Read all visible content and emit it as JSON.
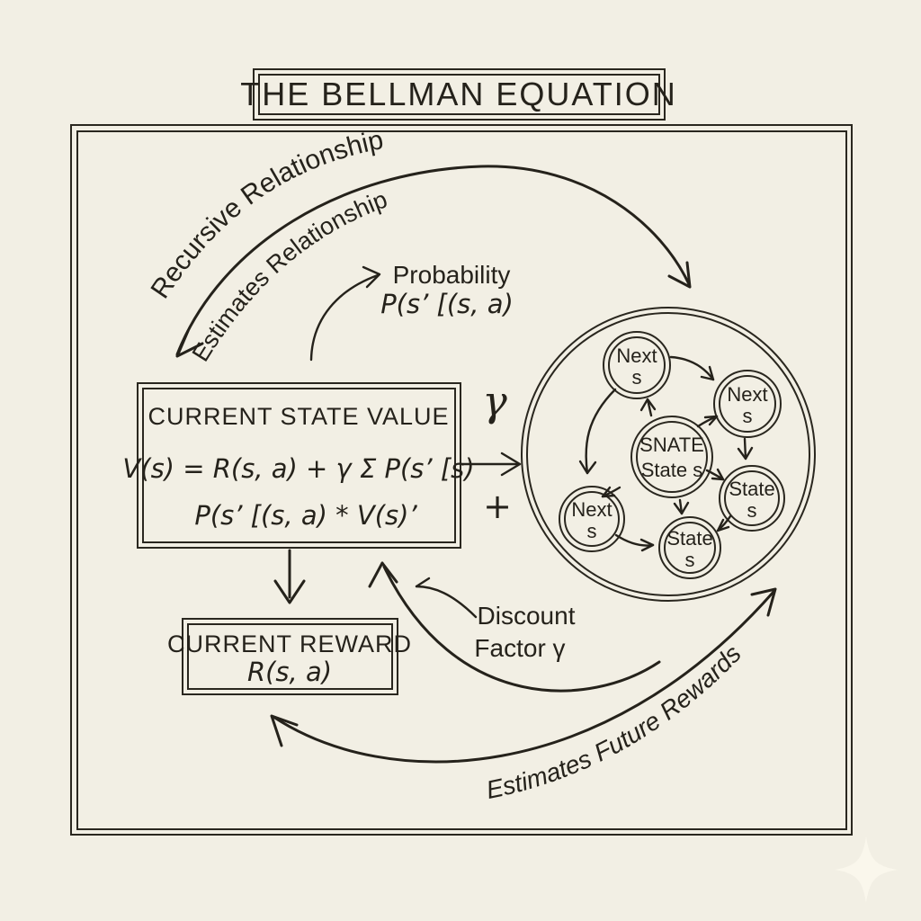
{
  "title": "THE BELLMAN EQUATION",
  "labels": {
    "recursive": "Recursive Relationship",
    "estimates": "Estimates Relationship",
    "probability_title": "Probability",
    "probability_formula": "P(s’ [(s, a)",
    "gamma": "γ",
    "plus": "+",
    "discount_line1": "Discount",
    "discount_line2": "Factor γ",
    "future_rewards": "Estimates Future Rewards"
  },
  "state_value_box": {
    "heading": "CURRENT STATE VALUE",
    "equation_line1": "V(s) = R(s, a) + γ Σ P(s’ [s)",
    "equation_line2": "P(s’ [(s, a) * V(s)’"
  },
  "reward_box": {
    "heading": "CURRENT REWARD",
    "formula": "R(s, a)"
  },
  "states_circle": {
    "nodes": [
      {
        "line1": "Next",
        "line2": "s"
      },
      {
        "line1": "Next",
        "line2": "s"
      },
      {
        "line1": "SNATE",
        "line2": "State s"
      },
      {
        "line1": "State",
        "line2": "s"
      },
      {
        "line1": "Next",
        "line2": "s"
      },
      {
        "line1": "State",
        "line2": "s"
      }
    ]
  },
  "colors": {
    "background": "#f2efe4",
    "ink": "#2a271f",
    "sparkle": "#faf7ec"
  }
}
